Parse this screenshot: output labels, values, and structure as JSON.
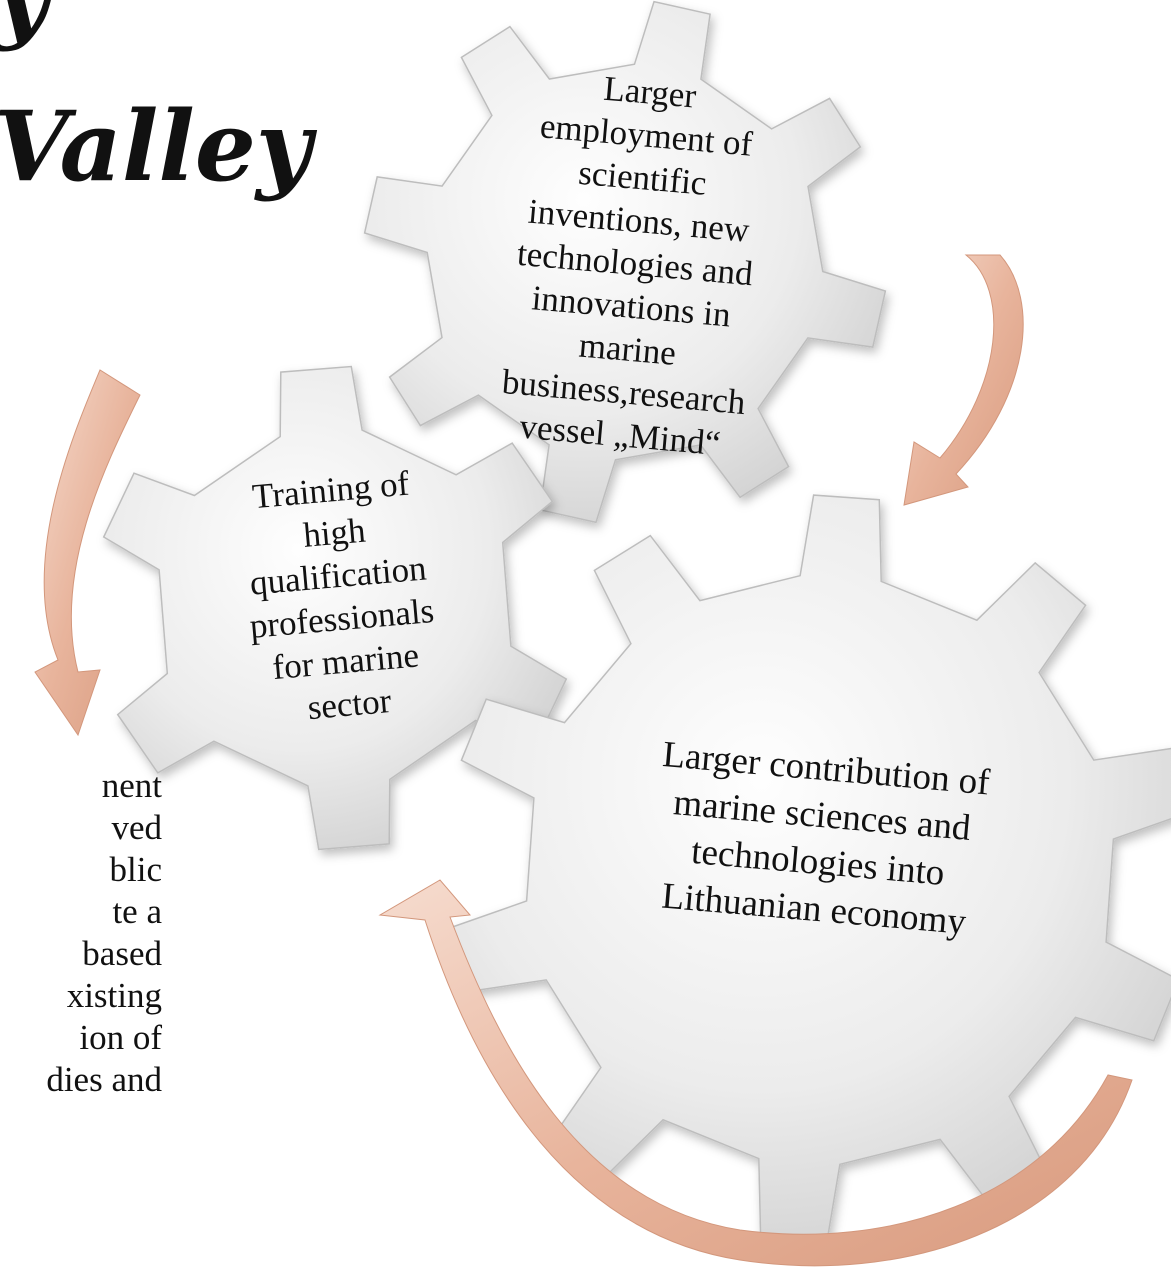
{
  "heading": {
    "line1": "y",
    "line2": "Valley"
  },
  "left_text_lines": [
    "nent",
    "ved",
    "blic",
    "te a",
    "based",
    "xisting",
    "ion of",
    "dies and"
  ],
  "gears": {
    "top": "Larger\nemployment of\nscientific\ninventions, new\ntechnologies and\ninnovations in\nmarine\nbusiness,research\nvessel „Mind“",
    "left": "Training of\nhigh\nqualification\nprofessionals\nfor marine\nsector",
    "big": "Larger contribution of\nmarine sciences and\ntechnologies into\nLithuanian economy"
  },
  "colors": {
    "gear_fill": "#e6e6e6",
    "arrow": "#e8b49c"
  }
}
